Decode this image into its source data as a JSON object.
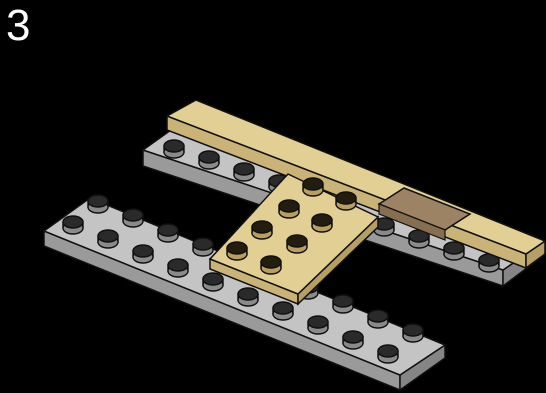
{
  "step_number": "3",
  "colors": {
    "background": "#000000",
    "gray_plate_top": "#c4c4c4",
    "gray_plate_side": "#9a9a9a",
    "gray_plate_side_dark": "#858585",
    "tan_top": "#e2cf93",
    "tan_side": "#c9b377",
    "dark_tan_top": "#9c8363",
    "outline": "#111111"
  },
  "parts": [
    {
      "name": "gray-plate-front",
      "color": "gray"
    },
    {
      "name": "gray-plate-back",
      "color": "gray"
    },
    {
      "name": "tan-plate-long",
      "color": "tan"
    },
    {
      "name": "dark-tan-tile",
      "color": "dark-tan"
    },
    {
      "name": "tan-plate-center",
      "color": "tan"
    }
  ]
}
